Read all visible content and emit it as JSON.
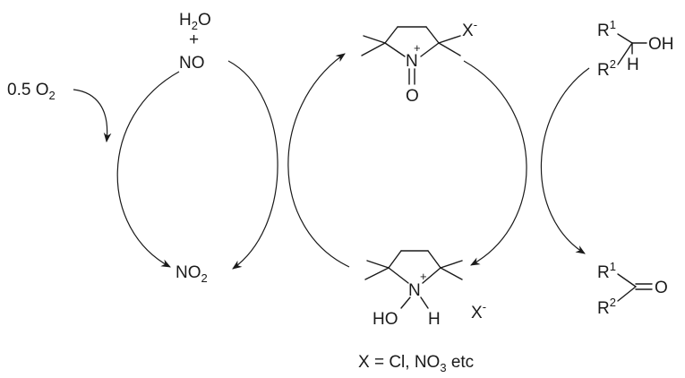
{
  "species": {
    "water": "H",
    "water_sub": "2",
    "water_tail": "O",
    "plus": "+",
    "no": "NO",
    "oxygen": "0.5 O",
    "oxygen_sub": "2",
    "no2": "NO",
    "no2_sub": "2"
  },
  "oxoammonium": {
    "n": "N",
    "charge": "+",
    "o": "O",
    "anion": "X",
    "anion_charge": "-"
  },
  "hydroxylamine": {
    "n": "N",
    "charge": "+",
    "ho": "HO",
    "h": "H",
    "anion": "X",
    "anion_charge": "-"
  },
  "alcohol": {
    "r1": "R",
    "r1_sup": "1",
    "r2": "R",
    "r2_sup": "2",
    "oh": "OH",
    "h": "H"
  },
  "ketone": {
    "r1": "R",
    "r1_sup": "1",
    "r2": "R",
    "r2_sup": "2",
    "o": "O"
  },
  "footnote": {
    "lead": "X = Cl, NO",
    "sub": "3",
    "tail": " etc"
  }
}
